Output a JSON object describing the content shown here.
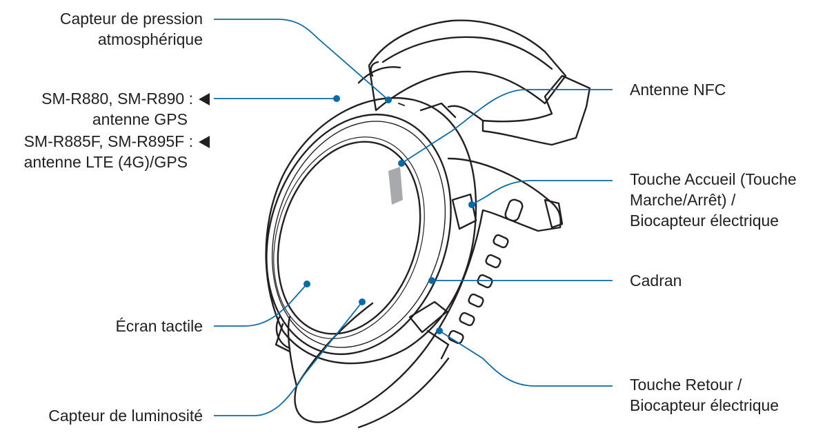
{
  "colors": {
    "leader": "#0a6aa6",
    "outline": "#231f20",
    "sensor": "#a7a9ac"
  },
  "labels": {
    "pressure_line1": "Capteur de pression",
    "pressure_line2": "atmosphérique",
    "gps_line1": "SM-R880, SM-R890 :",
    "gps_line2": "antenne GPS",
    "lte_line1": "SM-R885F, SM-R895F :",
    "lte_line2": "antenne LTE (4G)/GPS",
    "touchscreen": "Écran tactile",
    "light_sensor": "Capteur de luminosité",
    "nfc": "Antenne NFC",
    "home_line1": "Touche Accueil (Touche",
    "home_line2": "Marche/Arrêt) /",
    "home_line3": "Biocapteur électrique",
    "bezel": "Cadran",
    "back_line1": "Touche Retour /",
    "back_line2": "Biocapteur électrique"
  }
}
